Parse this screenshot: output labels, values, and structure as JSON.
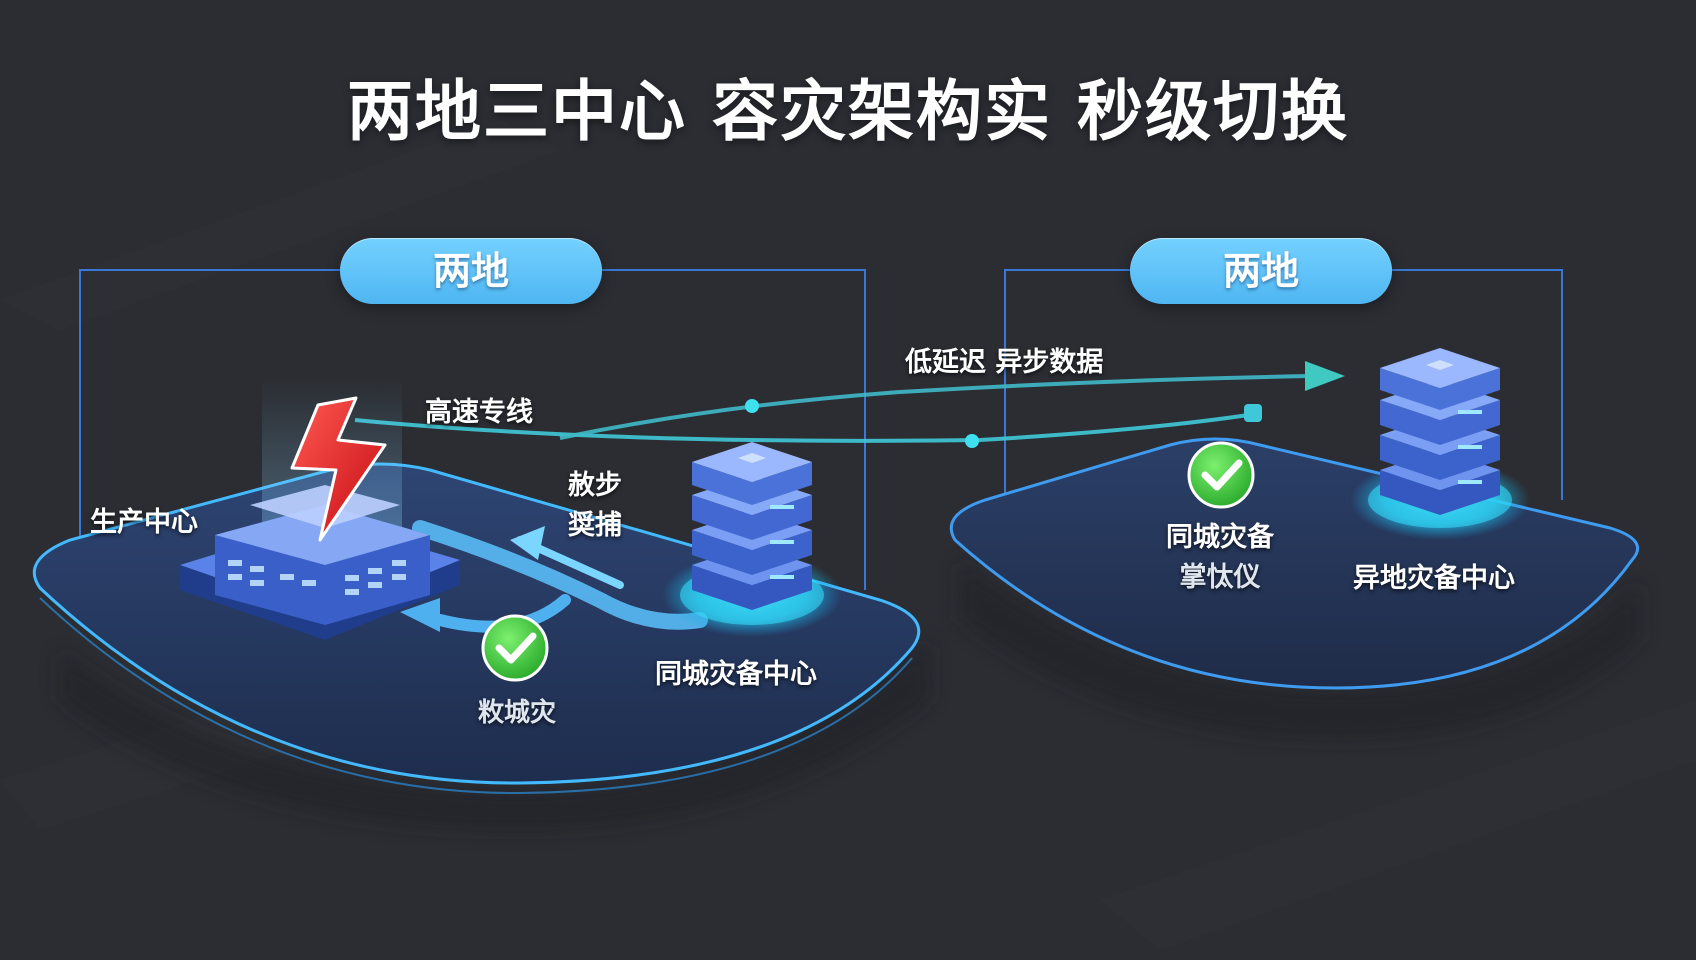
{
  "title": "两地三中心 容灾架构实 秒级切换",
  "regions": [
    {
      "pill_label": "两地"
    },
    {
      "pill_label": "两地"
    }
  ],
  "labels": {
    "high_speed_line": "高速专线",
    "low_latency_async": "低延迟 异步数据",
    "production_center": "生产中心",
    "sync_steps_line1": "赦步",
    "sync_steps_line2": "奨捕",
    "same_city_center": "同城灾备中心",
    "check_left_caption": "敉城灾",
    "check_right_line1": "同城灾备",
    "check_right_line2": "掌忲仪",
    "remote_center": "异地灾备中心"
  },
  "colors": {
    "background": "#2b2d33",
    "frame": "#3a78d8",
    "platform": "#243659",
    "platform_edge": "#43b9ff",
    "link": "#3fc9d8",
    "check": "#3ec43a",
    "bolt": "#e8161f",
    "server": "#4a72d8"
  }
}
